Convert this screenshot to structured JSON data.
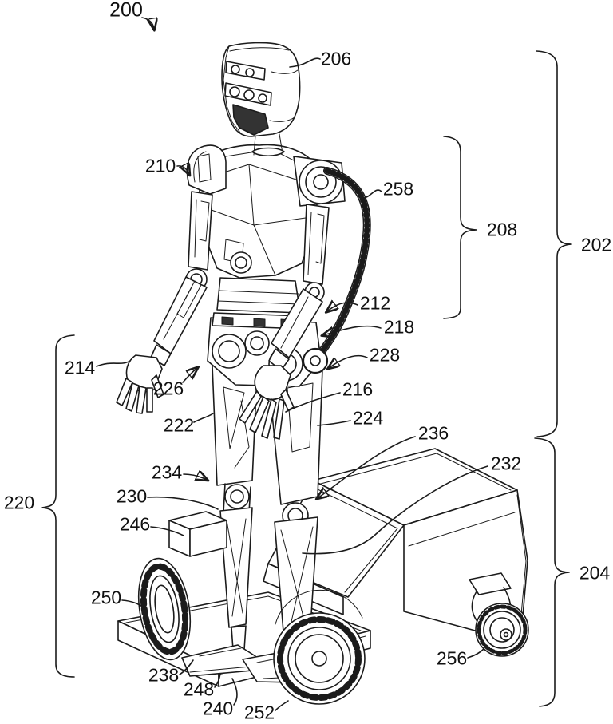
{
  "figure": {
    "kind": "patent-style line drawing",
    "subject": "humanoid robot standing on a wheeled mobile base",
    "ink_color": "#1b1b1b",
    "paper_color": "#ffffff"
  },
  "refs": {
    "r200": "200",
    "r202": "202",
    "r204": "204",
    "r206": "206",
    "r208": "208",
    "r210": "210",
    "r212": "212",
    "r214": "214",
    "r216": "216",
    "r218": "218",
    "r220": "220",
    "r222": "222",
    "r224": "224",
    "r226": "226",
    "r228": "228",
    "r230": "230",
    "r232": "232",
    "r234": "234",
    "r236": "236",
    "r238": "238",
    "r240": "240",
    "r246": "246",
    "r248": "248",
    "r250": "250",
    "r252": "252",
    "r256": "256",
    "r258": "258"
  }
}
